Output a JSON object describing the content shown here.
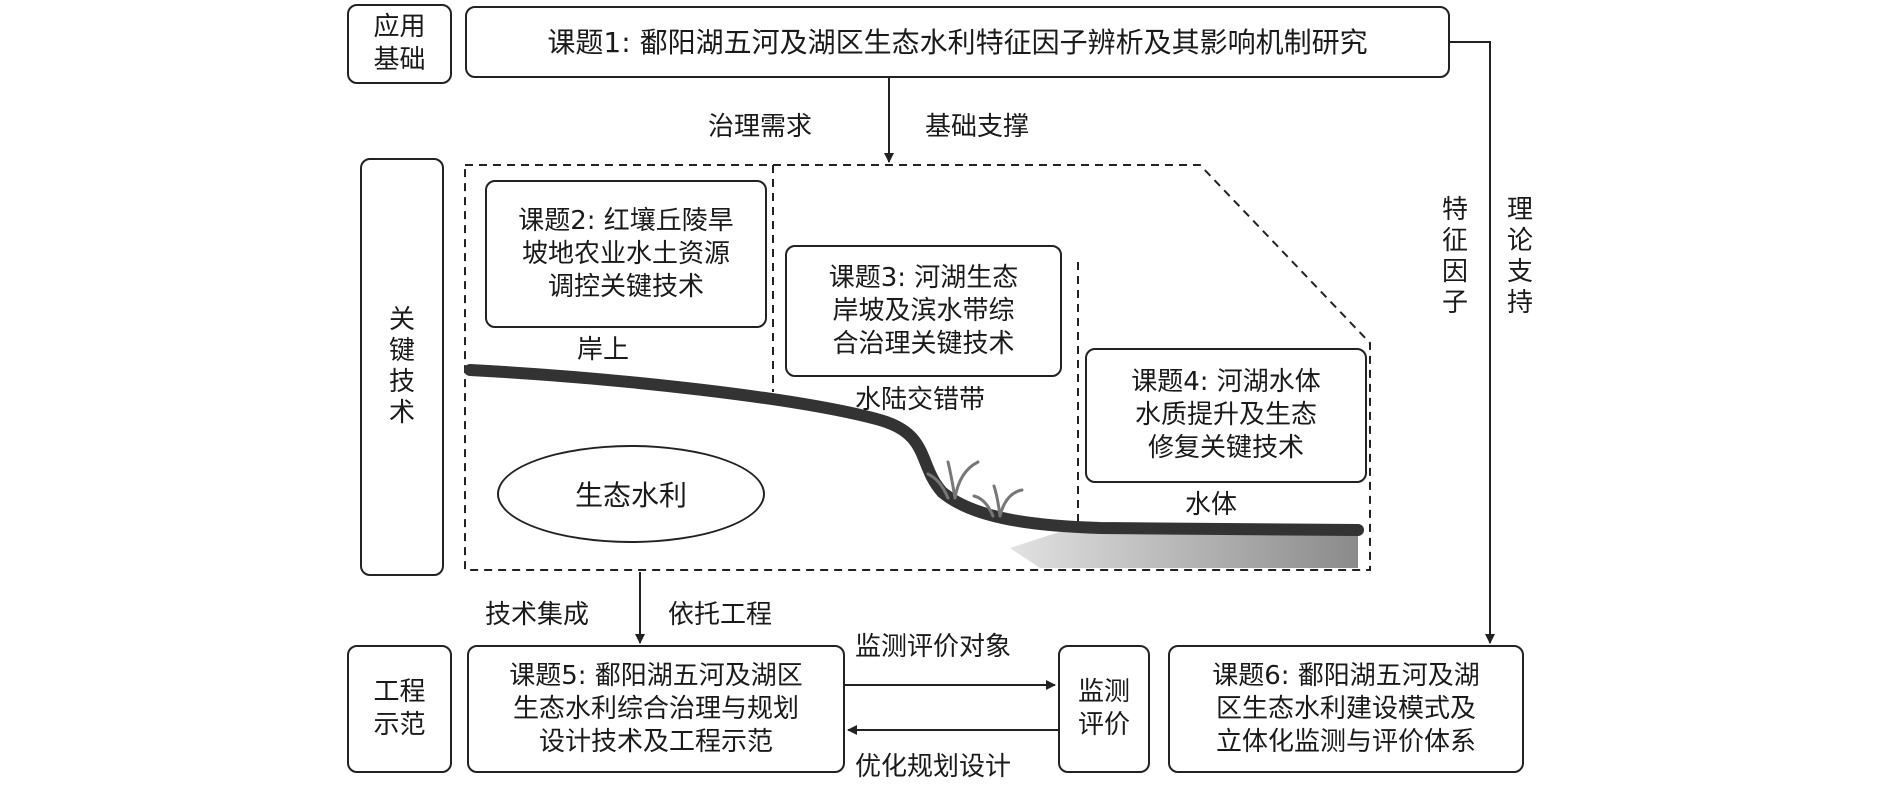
{
  "side_labels": {
    "application_basis": [
      "应用",
      "基础"
    ],
    "key_technology": "关键技术",
    "engineering_demo": [
      "工程",
      "示范"
    ]
  },
  "topics": {
    "t1": "课题1: 鄱阳湖五河及湖区生态水利特征因子辨析及其影响机制研究",
    "t2": [
      "课题2: 红壤丘陵旱",
      "坡地农业水土资源",
      "调控关键技术"
    ],
    "t3": [
      "课题3: 河湖生态",
      "岸坡及滨水带综",
      "合治理关键技术"
    ],
    "t4": [
      "课题4: 河湖水体",
      "水质提升及生态",
      "修复关键技术"
    ],
    "t5": [
      "课题5: 鄱阳湖五河及湖区",
      "生态水利综合治理与规划",
      "设计技术及工程示范"
    ],
    "t6": [
      "课题6: 鄱阳湖五河及湖",
      "区生态水利建设模式及",
      "立体化监测与评价体系"
    ]
  },
  "monitor_box": [
    "监测",
    "评价"
  ],
  "ellipse_label": "生态水利",
  "zones": {
    "upland": "岸上",
    "transition": "水陆交错带",
    "water": "水体"
  },
  "flow_labels": {
    "governance_demand": "治理需求",
    "basic_support": "基础支撑",
    "tech_integration": "技术集成",
    "engineering_reliance": "依托工程",
    "monitor_objects": "监测评价对象",
    "optimize_design": "优化规划设计",
    "feature_factors": "特征因子",
    "theory_support": "理论支持"
  },
  "colors": {
    "line": "#222222",
    "riverbank": "#333333",
    "water_dark": "#8a8a8a",
    "water_light": "#e2e2e2"
  }
}
